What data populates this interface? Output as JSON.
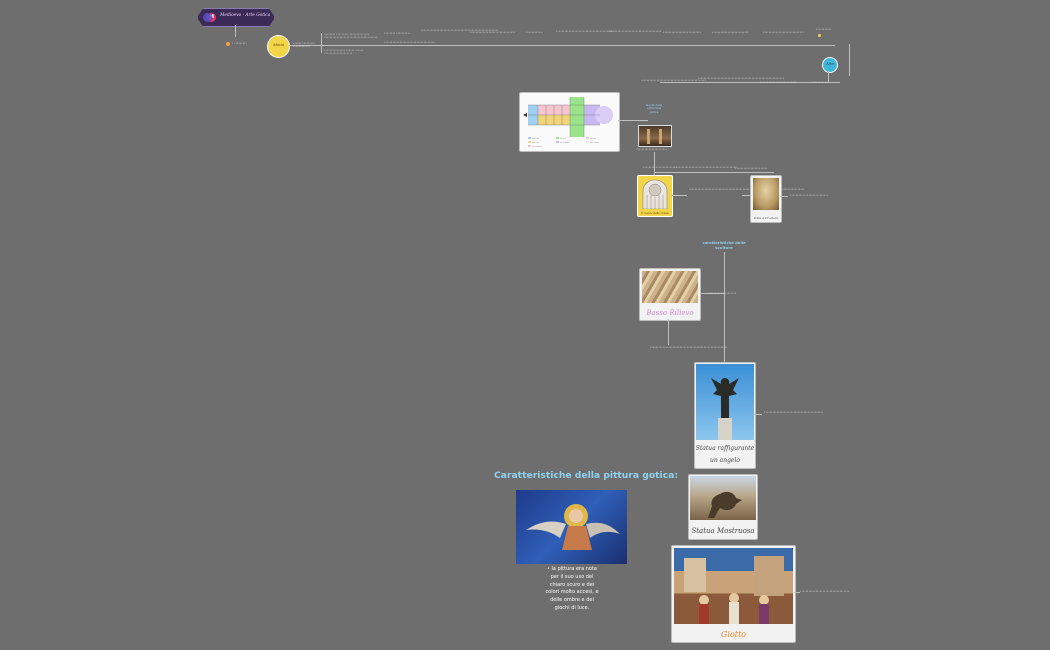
{
  "app": {
    "title": "Medioevo - Arte Gotica",
    "badge": "M"
  },
  "top_chain": [
    "Storia",
    "Arte",
    "Architettura gotica",
    "Scultura gotica",
    "Pittura gotica"
  ],
  "nodes": {
    "storia": "Storia",
    "arte": "Arte",
    "pianta_label": "pianta della cattedrale gotica",
    "rosone_caption": "Il rosone delle chiese",
    "volta_caption": "Volte a Crociera",
    "sculpture_title": "caratteristiche delle sculture",
    "bassorilievo_caption": "Basso Rilievo",
    "angelo_caption_1": "Statua raffigurante",
    "angelo_caption_2": "un angelo",
    "mostro_caption": "Statua Mostruosa",
    "giotto_caption": "Giotto",
    "painting_title": "Caratteristiche della pittura gotica:",
    "painting_text": "• la pittura era nota per il suo uso del chiaro scuro e dei colori molto accesi, e delle ombre e dei giochi di luce."
  },
  "colors": {
    "background": "#6e6e6e",
    "accent_blue": "#8fd1f0",
    "node_yellow": "#f3d54a",
    "header_purple": "#3b2a55",
    "caption_pink": "#d48ad6",
    "caption_orange": "#f08a2a"
  }
}
